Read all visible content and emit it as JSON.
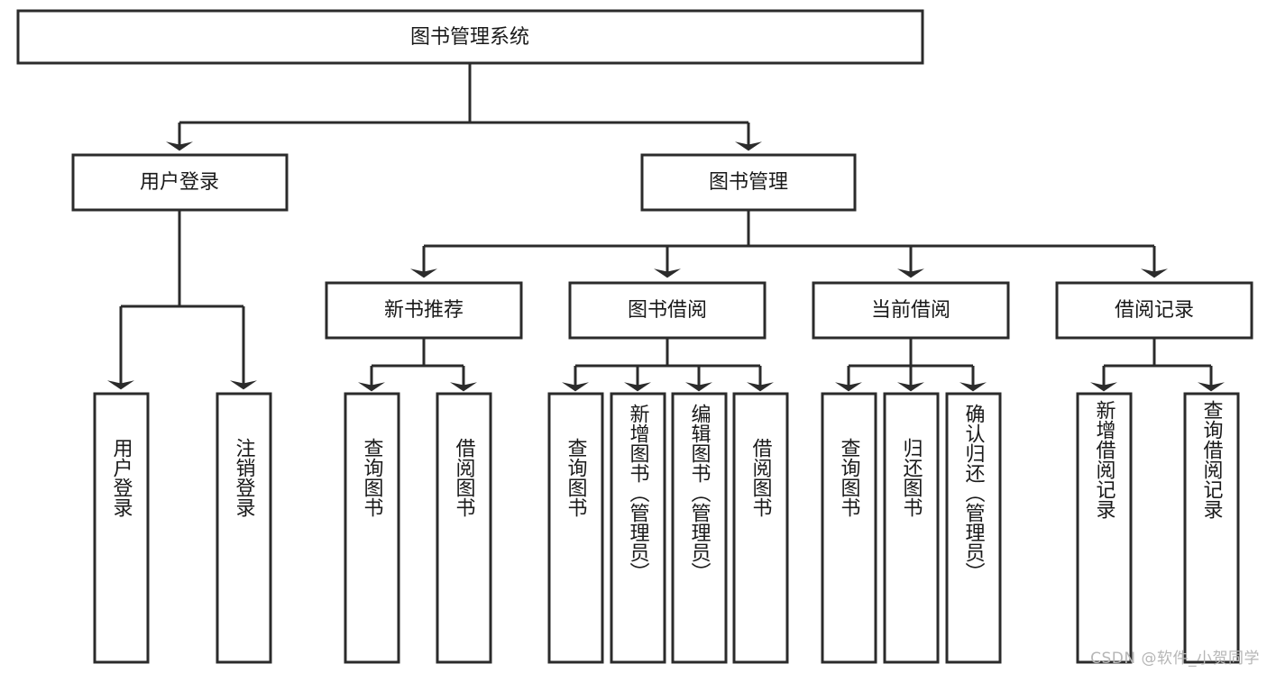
{
  "diagram": {
    "type": "tree-hierarchy",
    "title": "图书管理系统",
    "watermark": "CSDN @软件_小贺同学",
    "colors": {
      "background": "#ffffff",
      "stroke": "#2b2b2b",
      "box_fill": "#ffffff",
      "text": "#1a1a1a",
      "watermark": "#b6b6b6"
    },
    "root": {
      "id": "root",
      "label": "图书管理系统",
      "orientation": "horizontal"
    },
    "level1": [
      {
        "id": "user-login",
        "label": "用户登录",
        "orientation": "horizontal",
        "children": [
          {
            "id": "user-login-do",
            "label": "用户登录",
            "orientation": "vertical"
          },
          {
            "id": "user-logout",
            "label": "注销登录",
            "orientation": "vertical"
          }
        ]
      },
      {
        "id": "book-management",
        "label": "图书管理",
        "orientation": "horizontal",
        "children": [
          {
            "id": "new-book-recommend",
            "label": "新书推荐",
            "orientation": "horizontal",
            "children": [
              {
                "id": "query-book-1",
                "label": "查询图书",
                "orientation": "vertical"
              },
              {
                "id": "borrow-book-1",
                "label": "借阅图书",
                "orientation": "vertical"
              }
            ]
          },
          {
            "id": "book-borrow",
            "label": "图书借阅",
            "orientation": "horizontal",
            "children": [
              {
                "id": "query-book-2",
                "label": "查询图书",
                "orientation": "vertical"
              },
              {
                "id": "add-book-admin",
                "label": "新增图书（管理员）",
                "orientation": "vertical"
              },
              {
                "id": "edit-book-admin",
                "label": "编辑图书（管理员）",
                "orientation": "vertical"
              },
              {
                "id": "borrow-book-2",
                "label": "借阅图书",
                "orientation": "vertical"
              }
            ]
          },
          {
            "id": "current-borrow",
            "label": "当前借阅",
            "orientation": "horizontal",
            "children": [
              {
                "id": "query-book-3",
                "label": "查询图书",
                "orientation": "vertical"
              },
              {
                "id": "return-book",
                "label": "归还图书",
                "orientation": "vertical"
              },
              {
                "id": "confirm-return-admin",
                "label": "确认归还（管理员）",
                "orientation": "vertical"
              }
            ]
          },
          {
            "id": "borrow-records",
            "label": "借阅记录",
            "orientation": "horizontal",
            "children": [
              {
                "id": "add-borrow-record",
                "label": "新增借阅记录",
                "orientation": "vertical"
              },
              {
                "id": "query-borrow-record",
                "label": "查询借阅记录",
                "orientation": "vertical"
              }
            ]
          }
        ]
      }
    ]
  }
}
